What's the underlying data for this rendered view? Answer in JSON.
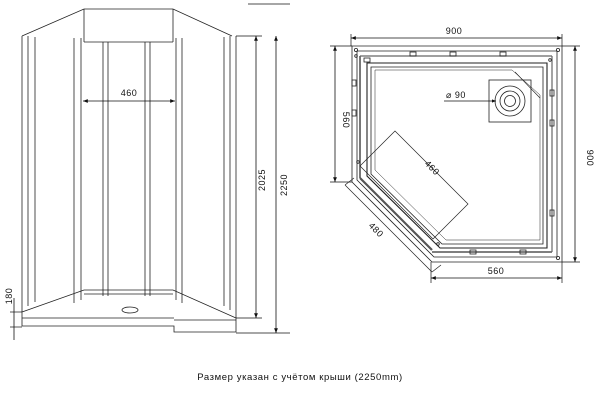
{
  "front_view": {
    "width_label": "460",
    "height_label": "2025",
    "total_height_label": "2250",
    "tray_height_label": "180"
  },
  "plan_view": {
    "top_width_label": "900",
    "right_depth_label": "900",
    "left_side_label": "560",
    "bottom_side_label": "560",
    "door_inner_label": "460",
    "door_outer_label": "480",
    "drain_label": "⌀ 90"
  },
  "caption": "Размер указан с учётом крыши (2250mm)"
}
